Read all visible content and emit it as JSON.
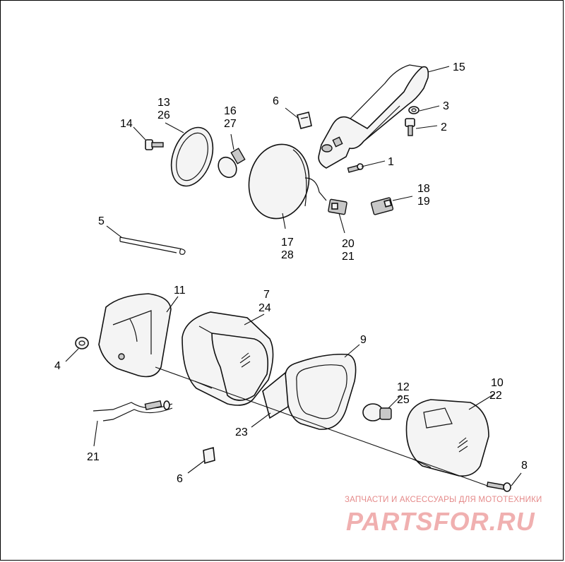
{
  "labels": [
    {
      "id": "l15",
      "text": "15"
    },
    {
      "id": "l3",
      "text": "3"
    },
    {
      "id": "l2",
      "text": "2"
    },
    {
      "id": "l1",
      "text": "1"
    },
    {
      "id": "l6a",
      "text": "6"
    },
    {
      "id": "l13",
      "text": "13"
    },
    {
      "id": "l26",
      "text": "26"
    },
    {
      "id": "l16",
      "text": "16"
    },
    {
      "id": "l27",
      "text": "27"
    },
    {
      "id": "l14",
      "text": "14"
    },
    {
      "id": "l18",
      "text": "18"
    },
    {
      "id": "l19",
      "text": "19"
    },
    {
      "id": "l17",
      "text": "17"
    },
    {
      "id": "l28",
      "text": "28"
    },
    {
      "id": "l20",
      "text": "20"
    },
    {
      "id": "l21a",
      "text": "21"
    },
    {
      "id": "l5",
      "text": "5"
    },
    {
      "id": "l11",
      "text": "11"
    },
    {
      "id": "l7",
      "text": "7"
    },
    {
      "id": "l24",
      "text": "24"
    },
    {
      "id": "l4",
      "text": "4"
    },
    {
      "id": "l9",
      "text": "9"
    },
    {
      "id": "l12",
      "text": "12"
    },
    {
      "id": "l25",
      "text": "25"
    },
    {
      "id": "l10",
      "text": "10"
    },
    {
      "id": "l22",
      "text": "22"
    },
    {
      "id": "l23",
      "text": "23"
    },
    {
      "id": "l21b",
      "text": "21"
    },
    {
      "id": "l6b",
      "text": "6"
    },
    {
      "id": "l8",
      "text": "8"
    }
  ],
  "watermark": {
    "caption": "ЗАПЧАСТИ И АКСЕССУАРЫ ДЛЯ МОТОТЕХНИКИ",
    "logo": "PARTSFOR.RU",
    "color": "#e58a8a"
  }
}
